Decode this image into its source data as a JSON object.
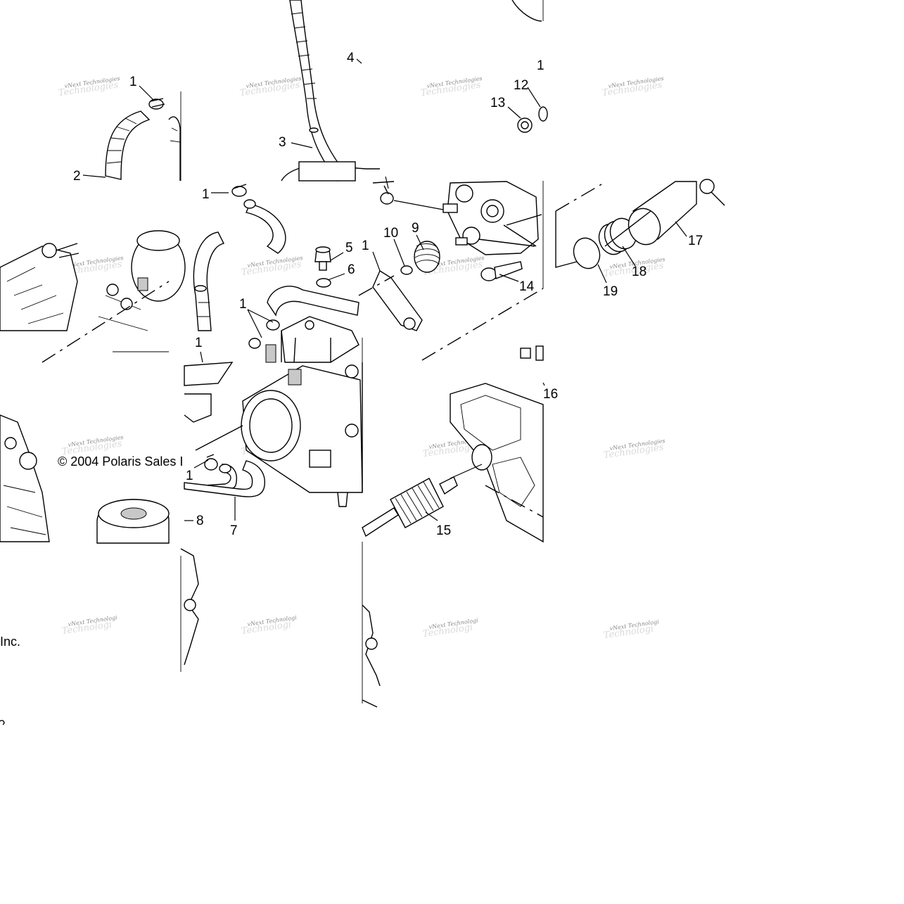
{
  "copyright": {
    "line1": "© 2004 Polaris Sales I",
    "line2": "Inc."
  },
  "watermark": {
    "text": "vNext Technologies",
    "text_cut": "vNext Technologi"
  },
  "callouts": {
    "c1a": "1",
    "c2": "2",
    "c1b": "1",
    "c3": "3",
    "c4": "4",
    "c1c": "1",
    "c12": "12",
    "c13": "13",
    "c5": "5",
    "c6": "6",
    "c1d": "1",
    "c10": "10",
    "c9": "9",
    "c14": "14",
    "c17": "17",
    "c18": "18",
    "c19": "19",
    "c1e": "1",
    "c16": "16",
    "c8": "8",
    "c7": "7",
    "c1f": "1",
    "c15": "15"
  }
}
